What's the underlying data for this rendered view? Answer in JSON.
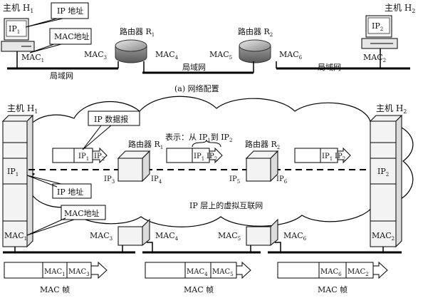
{
  "top": {
    "host1_label": "主机 H",
    "host1_sub": "1",
    "host2_label": "主机 H",
    "host2_sub": "2",
    "ip1": "IP",
    "ip1_sub": "1",
    "ip2": "IP",
    "ip2_sub": "2",
    "callout_ip": "IP 地址",
    "callout_mac": "MAC地址",
    "router1_label": "路由器 R",
    "router1_sub": "1",
    "router2_label": "路由器 R",
    "router2_sub": "2",
    "mac1": "MAC",
    "mac1_sub": "1",
    "mac3": "MAC",
    "mac3_sub": "3",
    "mac4": "MAC",
    "mac4_sub": "4",
    "mac5": "MAC",
    "mac5_sub": "5",
    "mac6": "MAC",
    "mac6_sub": "6",
    "mac2": "MAC",
    "mac2_sub": "2",
    "lan1": "局域网",
    "lan2": "局域网",
    "lan3": "局域网",
    "caption": "(a) 网络配置"
  },
  "bottom": {
    "host1_label": "主机 H",
    "host1_sub": "1",
    "host2_label": "主机 H",
    "host2_sub": "2",
    "callout_datagram": "IP 数据报",
    "callout_ip": "IP 地址",
    "callout_mac": "MAC地址",
    "router1_label": "路由器 R",
    "router1_sub": "1",
    "router2_label": "路由器 R",
    "router2_sub": "2",
    "note_prefix": "表示：从 IP",
    "note_sub1": "1",
    "note_mid": "到 IP",
    "note_sub2": "2",
    "cloud_label": "IP 层上的虚拟互联网",
    "ip": "IP",
    "sub1": "1",
    "sub2": "2",
    "sub3": "3",
    "sub4": "4",
    "sub5": "5",
    "sub6": "6",
    "mac": "MAC",
    "frame_label": "MAC 帧"
  }
}
